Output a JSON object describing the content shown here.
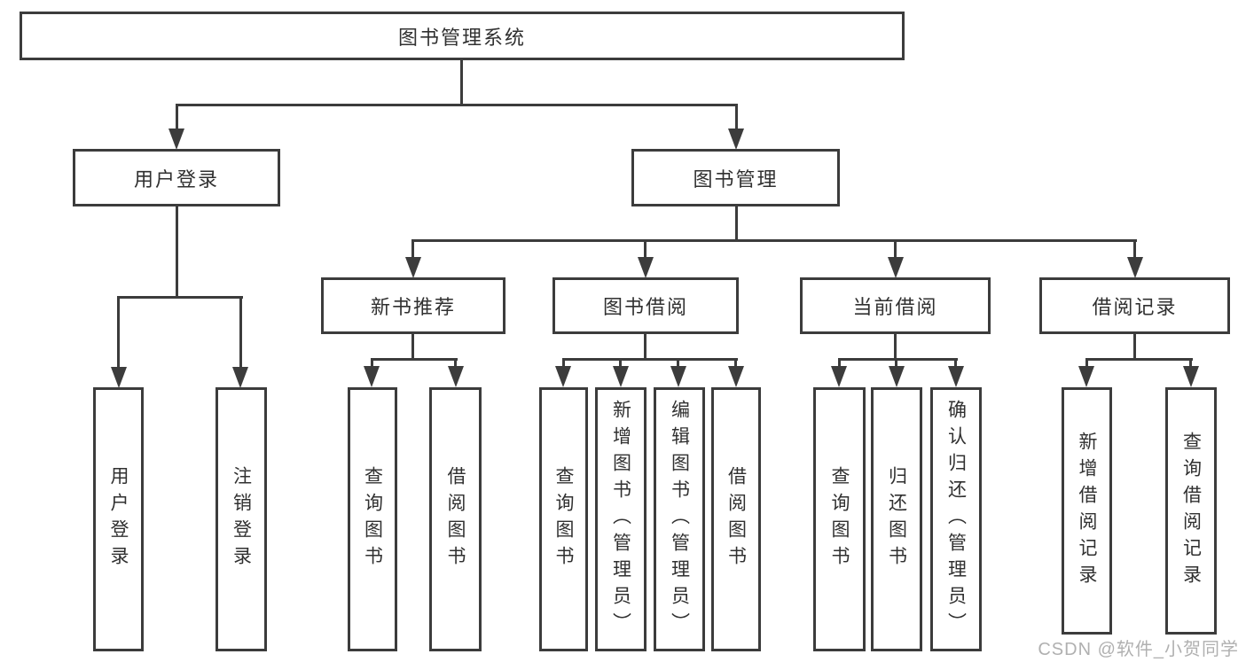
{
  "title": "图书管理系统",
  "branches": [
    {
      "label": "用户登录",
      "children": [
        {
          "label": "用户登录"
        },
        {
          "label": "注销登录"
        }
      ]
    },
    {
      "label": "图书管理",
      "children": [
        {
          "label": "新书推荐",
          "children": [
            {
              "label": "查询图书"
            },
            {
              "label": "借阅图书"
            }
          ]
        },
        {
          "label": "图书借阅",
          "children": [
            {
              "label": "查询图书"
            },
            {
              "label": "新增图书（管理员）"
            },
            {
              "label": "编辑图书（管理员）"
            },
            {
              "label": "借阅图书"
            }
          ]
        },
        {
          "label": "当前借阅",
          "children": [
            {
              "label": "查询图书"
            },
            {
              "label": "归还图书"
            },
            {
              "label": "确认归还（管理员）"
            }
          ]
        },
        {
          "label": "借阅记录",
          "children": [
            {
              "label": "新增借阅记录"
            },
            {
              "label": "查询借阅记录"
            }
          ]
        }
      ]
    }
  ],
  "watermark": "CSDN @软件_小贺同学",
  "colors": {
    "line": "#3c3c3c",
    "text": "#303030",
    "background": "#ffffff",
    "watermark": "#b0b0b0"
  }
}
